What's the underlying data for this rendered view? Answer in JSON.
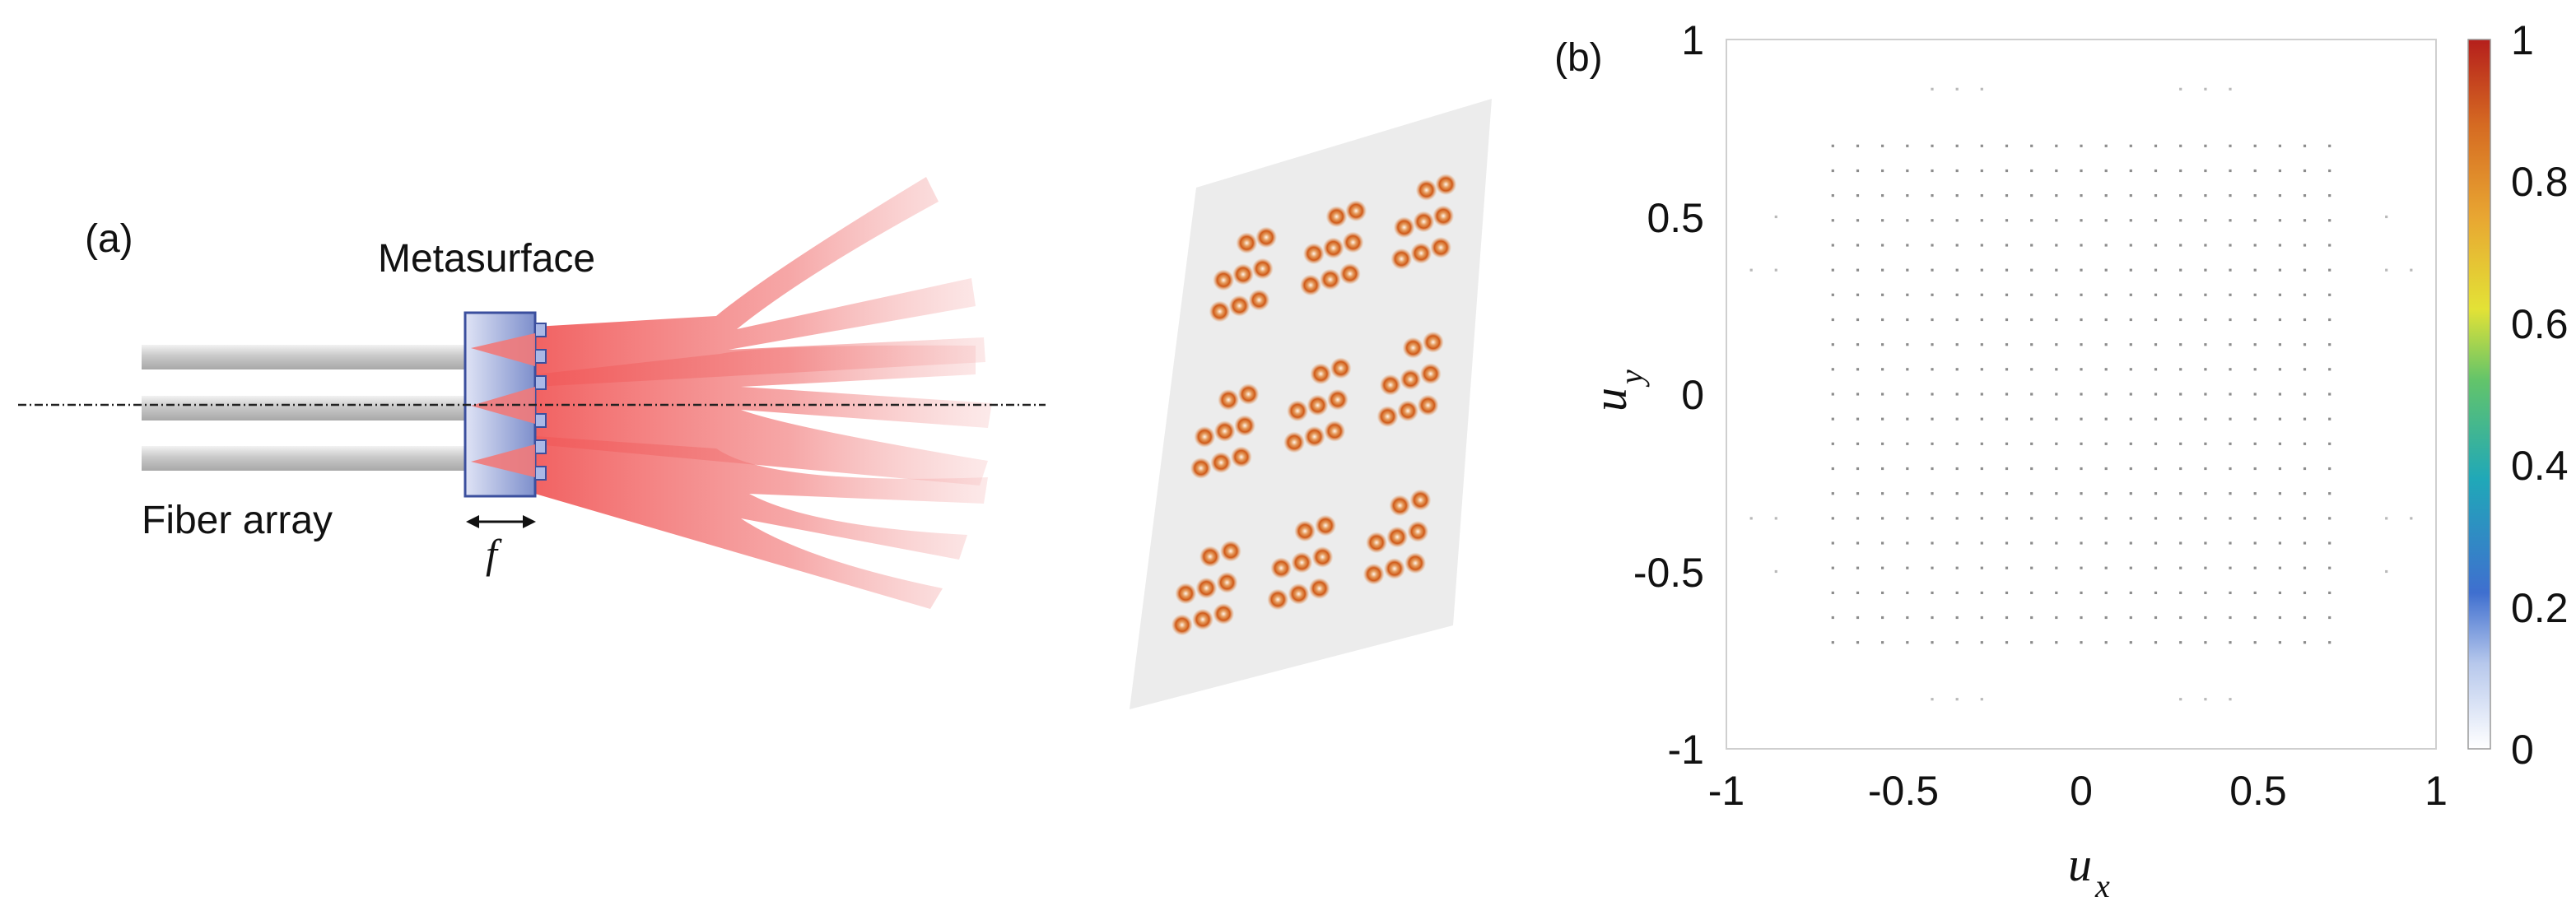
{
  "panel_a": {
    "panel_label": "(a)",
    "metasurface_label": "Metasurface",
    "fiber_label": "Fiber array",
    "focal_symbol": "f",
    "spot_color": "#d4601c",
    "beam_color": "#f26b6b"
  },
  "panel_b": {
    "panel_label": "(b)",
    "xlabel": "u",
    "xlabel_sub": "x",
    "ylabel": "u",
    "ylabel_sub": "y",
    "xticks": [
      "-1",
      "-0.5",
      "0",
      "0.5",
      "1"
    ],
    "yticks": [
      "1",
      "0.5",
      "0",
      "-0.5",
      "-1"
    ],
    "colorbar_ticks": [
      "1",
      "0.8",
      "0.6",
      "0.4",
      "0.2",
      "0"
    ]
  },
  "chart_data": {
    "type": "heatmap",
    "xlabel": "u_x",
    "ylabel": "u_y",
    "xlim": [
      -1,
      1
    ],
    "ylim": [
      -1,
      1
    ],
    "clim": [
      0,
      1
    ],
    "colormap": "white-blue-cyan-green-yellow-orange-red",
    "grid": false,
    "main_grid": {
      "x_values": [
        -0.7,
        -0.63,
        -0.56,
        -0.49,
        -0.42,
        -0.35,
        -0.28,
        -0.21,
        -0.14,
        -0.07,
        0.0,
        0.07,
        0.14,
        0.21,
        0.28,
        0.35,
        0.42,
        0.49,
        0.56,
        0.63,
        0.7
      ],
      "y_values": [
        0.7,
        0.63,
        0.56,
        0.49,
        0.42,
        0.35,
        0.28,
        0.21,
        0.14,
        0.07,
        0.0,
        -0.07,
        -0.14,
        -0.21,
        -0.28,
        -0.35,
        -0.42,
        -0.49,
        -0.56,
        -0.63,
        -0.7
      ],
      "value": 0.03
    },
    "outer_points": [
      {
        "x": -0.42,
        "y": 0.86,
        "value": 0.02
      },
      {
        "x": -0.35,
        "y": 0.86,
        "value": 0.02
      },
      {
        "x": -0.28,
        "y": 0.86,
        "value": 0.02
      },
      {
        "x": 0.28,
        "y": 0.86,
        "value": 0.02
      },
      {
        "x": 0.35,
        "y": 0.86,
        "value": 0.02
      },
      {
        "x": 0.42,
        "y": 0.86,
        "value": 0.02
      },
      {
        "x": -0.42,
        "y": -0.86,
        "value": 0.02
      },
      {
        "x": -0.35,
        "y": -0.86,
        "value": 0.02
      },
      {
        "x": -0.28,
        "y": -0.86,
        "value": 0.02
      },
      {
        "x": 0.28,
        "y": -0.86,
        "value": 0.02
      },
      {
        "x": 0.35,
        "y": -0.86,
        "value": 0.02
      },
      {
        "x": 0.42,
        "y": -0.86,
        "value": 0.02
      },
      {
        "x": -0.86,
        "y": 0.5,
        "value": 0.02
      },
      {
        "x": -0.86,
        "y": 0.35,
        "value": 0.02
      },
      {
        "x": -0.86,
        "y": -0.35,
        "value": 0.02
      },
      {
        "x": -0.86,
        "y": -0.5,
        "value": 0.02
      },
      {
        "x": 0.86,
        "y": 0.5,
        "value": 0.02
      },
      {
        "x": 0.86,
        "y": 0.35,
        "value": 0.02
      },
      {
        "x": 0.86,
        "y": -0.35,
        "value": 0.02
      },
      {
        "x": 0.86,
        "y": -0.5,
        "value": 0.02
      },
      {
        "x": -0.93,
        "y": 0.35,
        "value": 0.015
      },
      {
        "x": 0.93,
        "y": 0.35,
        "value": 0.015
      },
      {
        "x": -0.93,
        "y": -0.35,
        "value": 0.015
      },
      {
        "x": 0.93,
        "y": -0.35,
        "value": 0.015
      }
    ]
  }
}
